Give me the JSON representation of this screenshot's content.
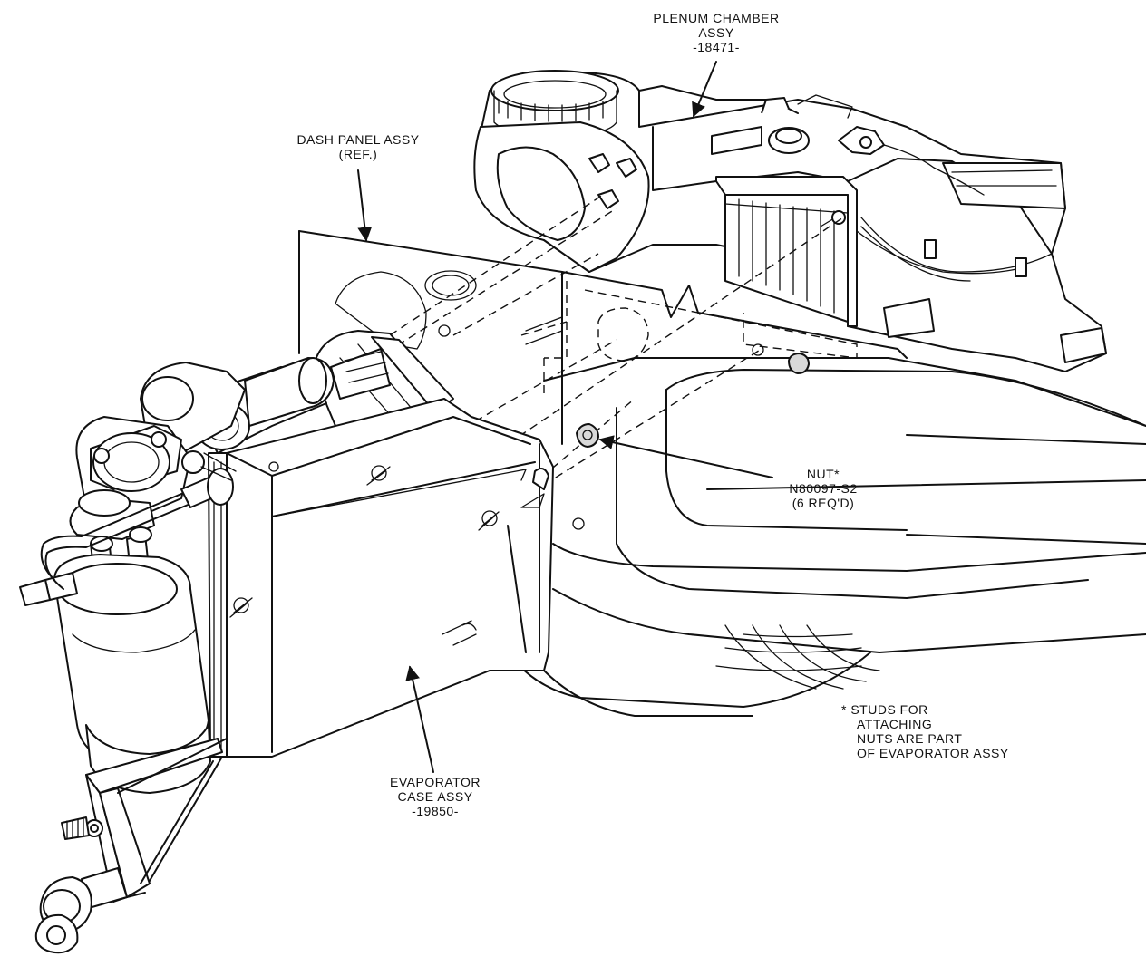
{
  "callouts": {
    "plenum": {
      "line1": "PLENUM CHAMBER",
      "line2": "ASSY",
      "line3": "-18471-"
    },
    "dash_panel": {
      "line1": "DASH PANEL ASSY",
      "line2": "(REF.)"
    },
    "nut": {
      "line1": "NUT*",
      "line2": "N80097-S2",
      "line3": "(6 REQ'D)"
    },
    "evaporator": {
      "line1": "EVAPORATOR",
      "line2": "CASE ASSY",
      "line3": "-19850-"
    }
  },
  "footnote": {
    "line1": "* STUDS FOR",
    "line2": "ATTACHING",
    "line3": "NUTS ARE PART",
    "line4": "OF EVAPORATOR ASSY"
  }
}
